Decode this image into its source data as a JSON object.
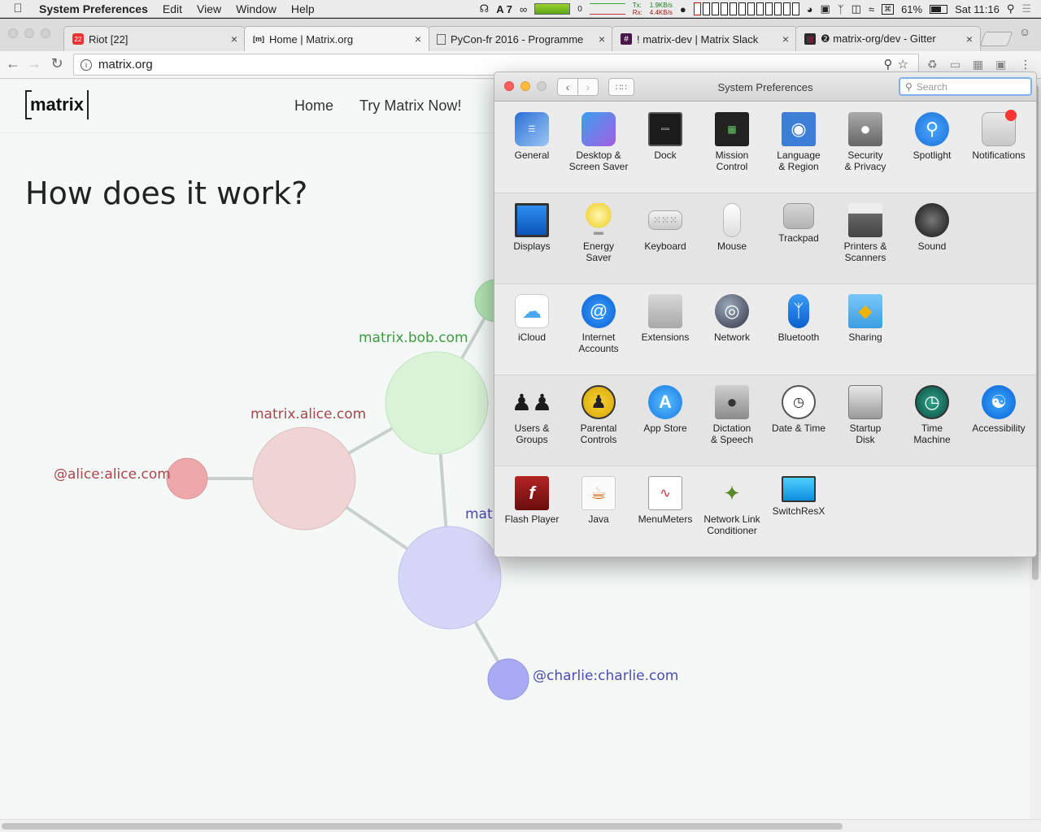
{
  "menubar": {
    "apple": "",
    "app_name": "System Preferences",
    "menus": [
      "Edit",
      "View",
      "Window",
      "Help"
    ],
    "adobe_count": "7",
    "mem_pressure": "0",
    "net_tx_label": "Tx:",
    "net_tx": "1.9KB/s",
    "net_rx_label": "Rx:",
    "net_rx": "4.4KB/s",
    "battery_percent": "61%",
    "clock": "Sat 11:16"
  },
  "browser": {
    "tabs": [
      {
        "title": "Riot [22]",
        "favicon": "22"
      },
      {
        "title": "Home | Matrix.org",
        "favicon": "[m]"
      },
      {
        "title": "PyCon-fr 2016 - Programme",
        "favicon": "page-icon"
      },
      {
        "title": "! matrix-dev | Matrix Slack",
        "favicon": "#"
      },
      {
        "title": "❷ matrix-org/dev - Gitter",
        "favicon": "gitter-icon"
      }
    ],
    "url": "matrix.org"
  },
  "page": {
    "logo": "matrix",
    "nav": [
      "Home",
      "Try Matrix Now!"
    ],
    "heading": "How does it work?",
    "diagram": {
      "server_bob": "matrix.bob.com",
      "server_alice": "matrix.alice.com",
      "user_alice": "@alice:alice.com",
      "server_charlie_partial": "matr",
      "user_charlie": "@charlie:charlie.com"
    }
  },
  "syspref": {
    "title": "System Preferences",
    "search_placeholder": "Search",
    "rows": [
      [
        {
          "label": "General",
          "icon": "general-icon"
        },
        {
          "label": "Desktop &\nScreen Saver",
          "icon": "desktop-icon"
        },
        {
          "label": "Dock",
          "icon": "dock-icon"
        },
        {
          "label": "Mission\nControl",
          "icon": "mission-control-icon"
        },
        {
          "label": "Language\n& Region",
          "icon": "flag-icon"
        },
        {
          "label": "Security\n& Privacy",
          "icon": "lock-house-icon"
        },
        {
          "label": "Spotlight",
          "icon": "spotlight-icon"
        },
        {
          "label": "Notifications",
          "icon": "notifications-icon"
        }
      ],
      [
        {
          "label": "Displays",
          "icon": "display-icon"
        },
        {
          "label": "Energy\nSaver",
          "icon": "bulb-icon"
        },
        {
          "label": "Keyboard",
          "icon": "keyboard-icon"
        },
        {
          "label": "Mouse",
          "icon": "mouse-icon"
        },
        {
          "label": "Trackpad",
          "icon": "trackpad-icon"
        },
        {
          "label": "Printers &\nScanners",
          "icon": "printer-icon"
        },
        {
          "label": "Sound",
          "icon": "speaker-icon"
        }
      ],
      [
        {
          "label": "iCloud",
          "icon": "cloud-icon"
        },
        {
          "label": "Internet\nAccounts",
          "icon": "at-icon"
        },
        {
          "label": "Extensions",
          "icon": "puzzle-icon"
        },
        {
          "label": "Network",
          "icon": "globe-icon"
        },
        {
          "label": "Bluetooth",
          "icon": "bluetooth-icon"
        },
        {
          "label": "Sharing",
          "icon": "sharing-folder-icon"
        }
      ],
      [
        {
          "label": "Users &\nGroups",
          "icon": "users-icon"
        },
        {
          "label": "Parental\nControls",
          "icon": "parental-icon"
        },
        {
          "label": "App Store",
          "icon": "app-store-icon"
        },
        {
          "label": "Dictation\n& Speech",
          "icon": "microphone-icon"
        },
        {
          "label": "Date & Time",
          "icon": "clock-icon"
        },
        {
          "label": "Startup\nDisk",
          "icon": "disk-icon"
        },
        {
          "label": "Time\nMachine",
          "icon": "time-machine-icon"
        },
        {
          "label": "Accessibility",
          "icon": "accessibility-icon"
        }
      ],
      [
        {
          "label": "Flash Player",
          "icon": "flash-icon"
        },
        {
          "label": "Java",
          "icon": "java-icon"
        },
        {
          "label": "MenuMeters",
          "icon": "menumeters-icon"
        },
        {
          "label": "Network Link\nConditioner",
          "icon": "antenna-icon"
        },
        {
          "label": "SwitchResX",
          "icon": "monitor-icon"
        }
      ]
    ]
  },
  "colors": {
    "alice": "#a8464a",
    "bob": "#3d9a3d",
    "charlie": "#4b4bb0"
  }
}
